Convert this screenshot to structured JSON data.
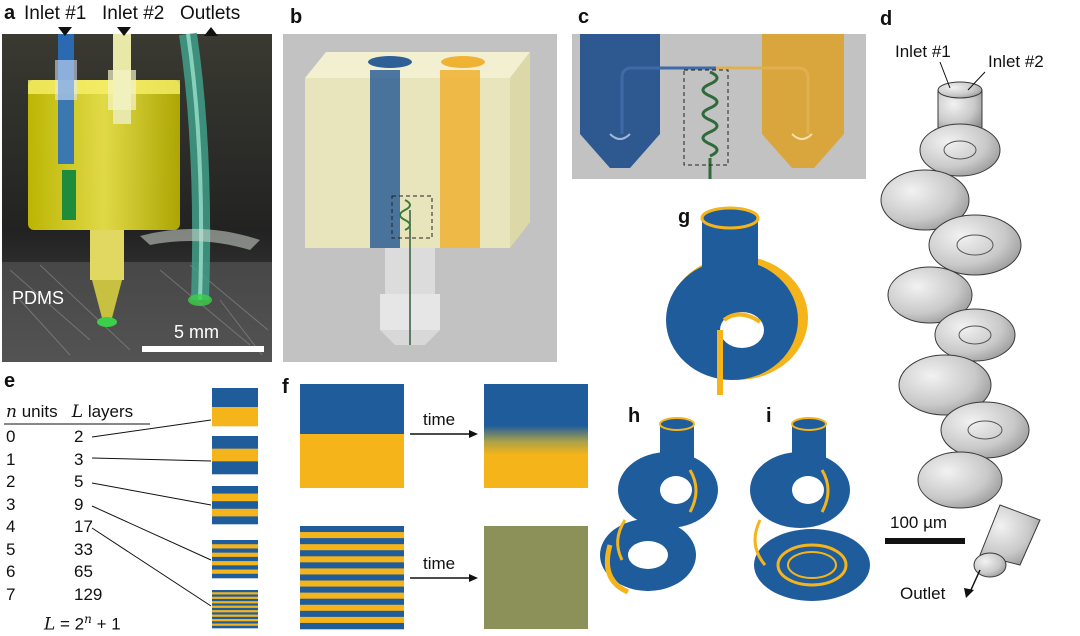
{
  "panel_labels": {
    "a": "a",
    "b": "b",
    "c": "c",
    "d": "d",
    "e": "e",
    "f": "f",
    "g": "g",
    "h": "h",
    "i": "i"
  },
  "panel_a": {
    "inlet1": "Inlet #1",
    "inlet2": "Inlet #2",
    "outlets": "Outlets",
    "pdms": "PDMS",
    "scale": "5 mm"
  },
  "panel_d": {
    "inlet1": "Inlet #1",
    "inlet2": "Inlet #2",
    "outlet": "Outlet",
    "scale": "100 µm"
  },
  "panel_e": {
    "col1_var": "n",
    "col1_word": "units",
    "col2_var": "L",
    "col2_word": "layers",
    "rows": [
      {
        "n": "0",
        "L": "2"
      },
      {
        "n": "1",
        "L": "3"
      },
      {
        "n": "2",
        "L": "5"
      },
      {
        "n": "3",
        "L": "9"
      },
      {
        "n": "4",
        "L": "17"
      },
      {
        "n": "5",
        "L": "33"
      },
      {
        "n": "6",
        "L": "65"
      },
      {
        "n": "7",
        "L": "129"
      }
    ],
    "formula_lhs": "L",
    "formula_mid": " = 2",
    "formula_exp": "n",
    "formula_rhs": " + 1"
  },
  "panel_f": {
    "time_top": "time",
    "time_bottom": "time"
  },
  "colors": {
    "blue": "#1f5c9c",
    "yellow": "#f5b41a",
    "olive": "#8b9158",
    "gray_bg": "#c2c2c2"
  }
}
